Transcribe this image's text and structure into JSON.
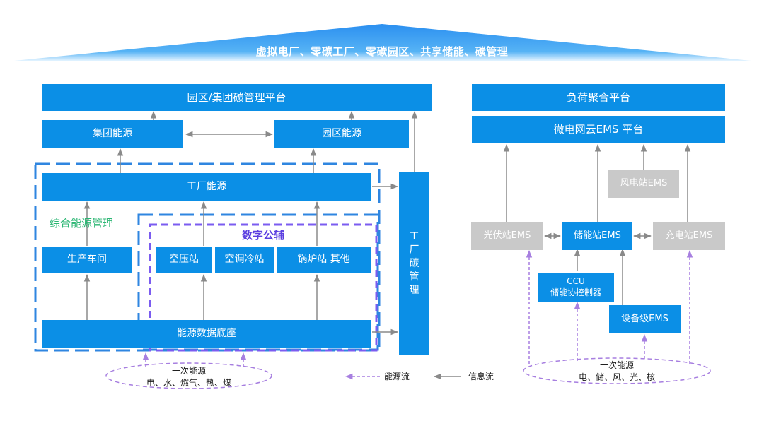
{
  "banner": {
    "title": "虚拟电厂、零碳工厂、零碳园区、共享储能、碳管理"
  },
  "left": {
    "park_group_platform": "园区/集团碳管理平台",
    "group_energy": "集团能源",
    "park_energy": "园区能源",
    "factory_energy": "工厂能源",
    "integrated_label": "综合能源管理",
    "digital_label": "数字公辅",
    "workshop": "生产车间",
    "compressor": "空压站",
    "hvac": "空调冷站",
    "boiler": "锅炉站 其他",
    "data_base": "能源数据底座",
    "factory_carbon": [
      "工",
      "厂",
      "碳",
      "管",
      "理"
    ],
    "primary_energy": {
      "title": "一次能源",
      "items": "电、水、燃气、热、煤"
    }
  },
  "legend": {
    "energy_flow": "能源流",
    "info_flow": "信息流"
  },
  "right": {
    "load_platform": "负荷聚合平台",
    "microgrid": "微电网云EMS 平台",
    "wind": "风电站EMS",
    "pv": "光伏站EMS",
    "storage": "储能站EMS",
    "charging": "充电站EMS",
    "ccu_line1": "CCU",
    "ccu_line2": "储能协控制器",
    "device_ems": "设备级EMS",
    "primary_energy": {
      "title": "一次能源",
      "items": "电、储、风、光、核"
    }
  },
  "colors": {
    "box_blue": "#0b8fe6",
    "box_gray": "#c9c9c9",
    "dash_blue": "#2f86e0",
    "dash_purple": "#7b5cf0",
    "energy_flow": "#a77fe0",
    "info_flow": "#8a8a8a",
    "integrated_green": "#2bb673",
    "banner": "#3fa3f0"
  }
}
